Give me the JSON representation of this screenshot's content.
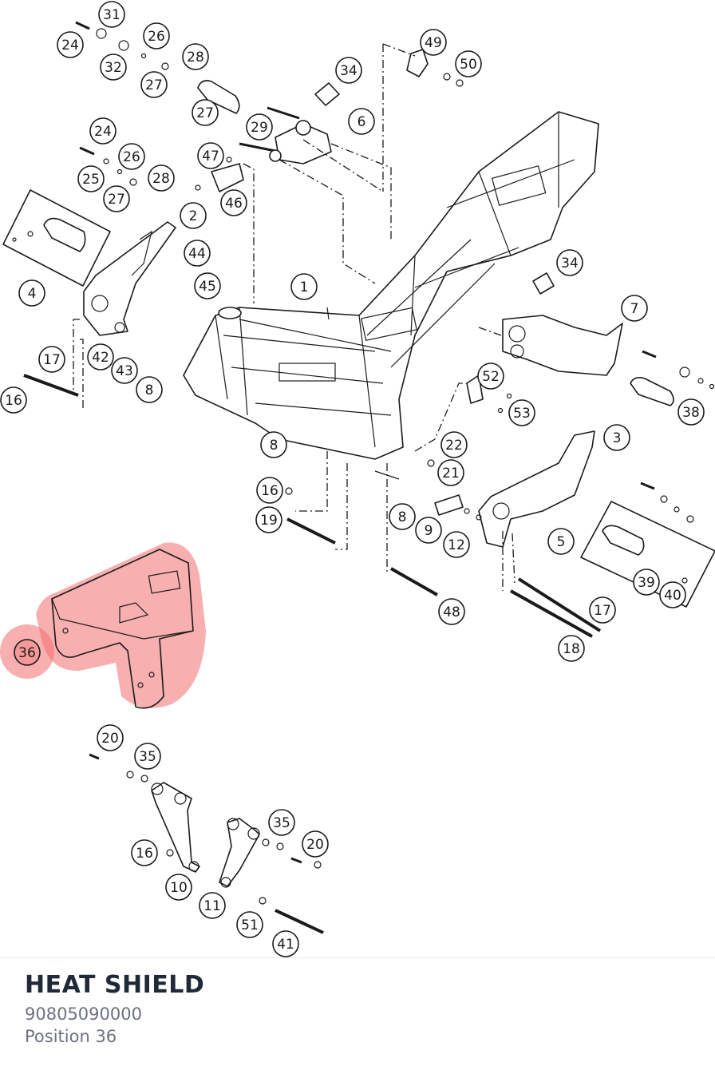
{
  "diagram": {
    "highlight_color": "#f26d6d",
    "highlighted_position": "36",
    "callouts": [
      "31",
      "24",
      "26",
      "32",
      "28",
      "27",
      "49",
      "50",
      "34",
      "6",
      "29",
      "27",
      "24",
      "26",
      "25",
      "28",
      "27",
      "47",
      "46",
      "2",
      "4",
      "44",
      "45",
      "1",
      "34",
      "7",
      "17",
      "42",
      "43",
      "8",
      "16",
      "52",
      "53",
      "38",
      "8",
      "22",
      "21",
      "3",
      "16",
      "19",
      "8",
      "9",
      "12",
      "5",
      "39",
      "40",
      "48",
      "17",
      "18",
      "36",
      "20",
      "35",
      "35",
      "20",
      "16",
      "10",
      "11",
      "51",
      "41"
    ]
  },
  "part": {
    "name": "HEAT SHIELD",
    "number": "90805090000",
    "position": "Position 36"
  }
}
